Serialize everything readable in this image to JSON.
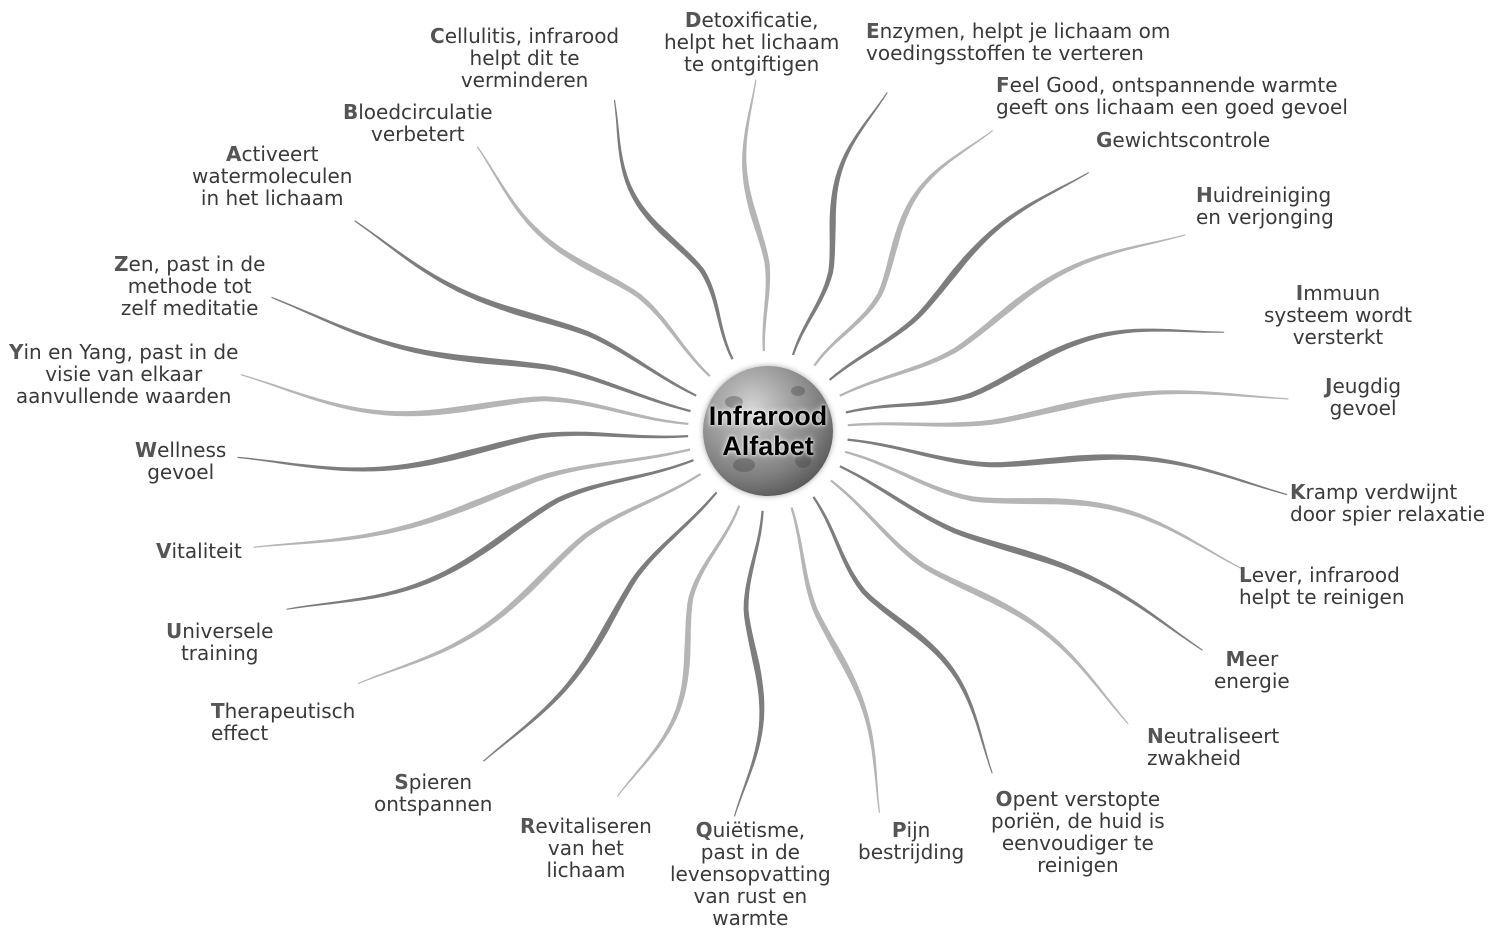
{
  "center": {
    "line1": "Infrarood",
    "line2": "Alfabet"
  },
  "ray_colors": {
    "dark": "#7d7d7d",
    "light": "#b5b5b5"
  },
  "items": [
    {
      "letter": "A",
      "lines": [
        "ctiveert",
        "watermoleculen",
        "in het lichaam"
      ]
    },
    {
      "letter": "B",
      "lines": [
        "loedcirculatie",
        "verbetert"
      ]
    },
    {
      "letter": "C",
      "lines": [
        "ellulitis, infrarood",
        "helpt dit te",
        "verminderen"
      ]
    },
    {
      "letter": "D",
      "lines": [
        "etoxificatie,",
        "helpt het lichaam",
        "te ontgiftigen"
      ]
    },
    {
      "letter": "E",
      "lines": [
        "nzymen, helpt je lichaam om",
        "voedingsstoffen te verteren"
      ]
    },
    {
      "letter": "F",
      "lines": [
        "eel Good, ontspannende warmte",
        "geeft ons lichaam een goed gevoel"
      ]
    },
    {
      "letter": "G",
      "lines": [
        "ewichtscontrole"
      ]
    },
    {
      "letter": "H",
      "lines": [
        "uidreiniging",
        "en verjonging"
      ]
    },
    {
      "letter": "I",
      "lines": [
        "mmuun",
        "systeem wordt",
        "versterkt"
      ]
    },
    {
      "letter": "J",
      "lines": [
        "eugdig",
        "gevoel"
      ]
    },
    {
      "letter": "K",
      "lines": [
        "ramp verdwijnt",
        "door spier relaxatie"
      ]
    },
    {
      "letter": "L",
      "lines": [
        "ever, infrarood",
        "helpt te reinigen"
      ]
    },
    {
      "letter": "M",
      "lines": [
        "eer",
        "energie"
      ]
    },
    {
      "letter": "N",
      "lines": [
        "eutraliseert",
        "zwakheid"
      ]
    },
    {
      "letter": "O",
      "lines": [
        "pent verstopte",
        "poriën, de huid is",
        "eenvoudiger te",
        "reinigen"
      ]
    },
    {
      "letter": "P",
      "lines": [
        "ijn",
        "bestrijding"
      ]
    },
    {
      "letter": "Q",
      "lines": [
        "uiëtisme,",
        "past in de",
        "levensopvatting",
        "van rust en",
        "warmte"
      ]
    },
    {
      "letter": "R",
      "lines": [
        "evitaliseren",
        "van het",
        "lichaam"
      ]
    },
    {
      "letter": "S",
      "lines": [
        "pieren",
        "ontspannen"
      ]
    },
    {
      "letter": "T",
      "lines": [
        "herapeutisch",
        "effect"
      ]
    },
    {
      "letter": "U",
      "lines": [
        "niversele",
        "training"
      ]
    },
    {
      "letter": "V",
      "lines": [
        "italiteit"
      ]
    },
    {
      "letter": "W",
      "lines": [
        "ellness",
        "gevoel"
      ]
    },
    {
      "letter": "Y",
      "lines": [
        "in en Yang, past in de",
        "visie van elkaar",
        "aanvullende waarden"
      ]
    },
    {
      "letter": "Z",
      "lines": [
        "en, past in de",
        "methode tot",
        "zelf meditatie"
      ]
    }
  ]
}
